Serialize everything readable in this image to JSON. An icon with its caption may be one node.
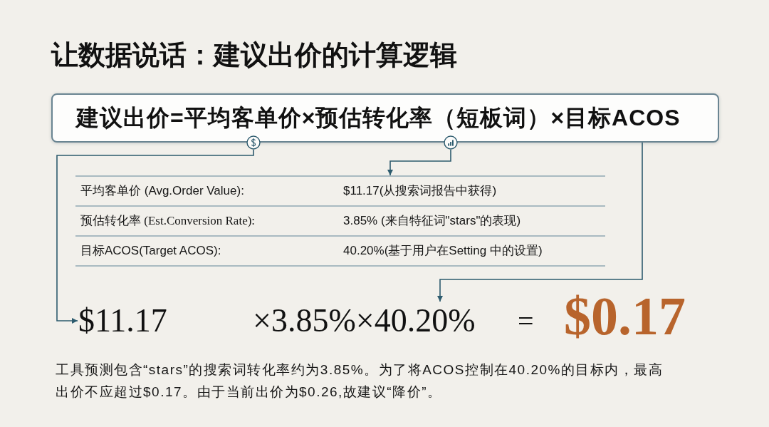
{
  "diagram": {
    "title": "让数据说话：建议出价的计算逻辑",
    "nodes": [
      {
        "text": [
          "建议出价=平均客单价×预估转化率（短板词）×目标ACOS"
        ]
      },
      {
        "text": [],
        "shape": "circle"
      },
      {
        "text": [],
        "shape": "circle"
      },
      {
        "text": [
          "平均客单价 (Avg.Order Value):",
          "$11.17(从搜索词报告中获得)",
          "预估转化率 (Est.Conversion Rate):",
          "3.85% (来自特征词\"stars\"的表现)",
          "目标ACOS(Target ACOS):",
          "40.20%(基于用户在Setting 中的设置)"
        ]
      },
      {
        "text": [
          "$11.17"
        ]
      },
      {
        "text": [
          "×3.85%×40.20%"
        ]
      }
    ],
    "edges": [
      {
        "from": 1,
        "to": 4,
        "arrow": "to"
      },
      {
        "from": 2,
        "to": 3,
        "arrow": "to"
      },
      {
        "from": 0,
        "to": 5,
        "arrow": "to"
      }
    ],
    "labels": [
      "=",
      "$0.17"
    ],
    "caption": "工具预测包含“stars”的搜索词转化率约为3.85%。为了将ACOS控制在40.20%的目标内，最高出价不应超过$0.17。由于当前出价为$0.26,故建议“降价”。"
  }
}
